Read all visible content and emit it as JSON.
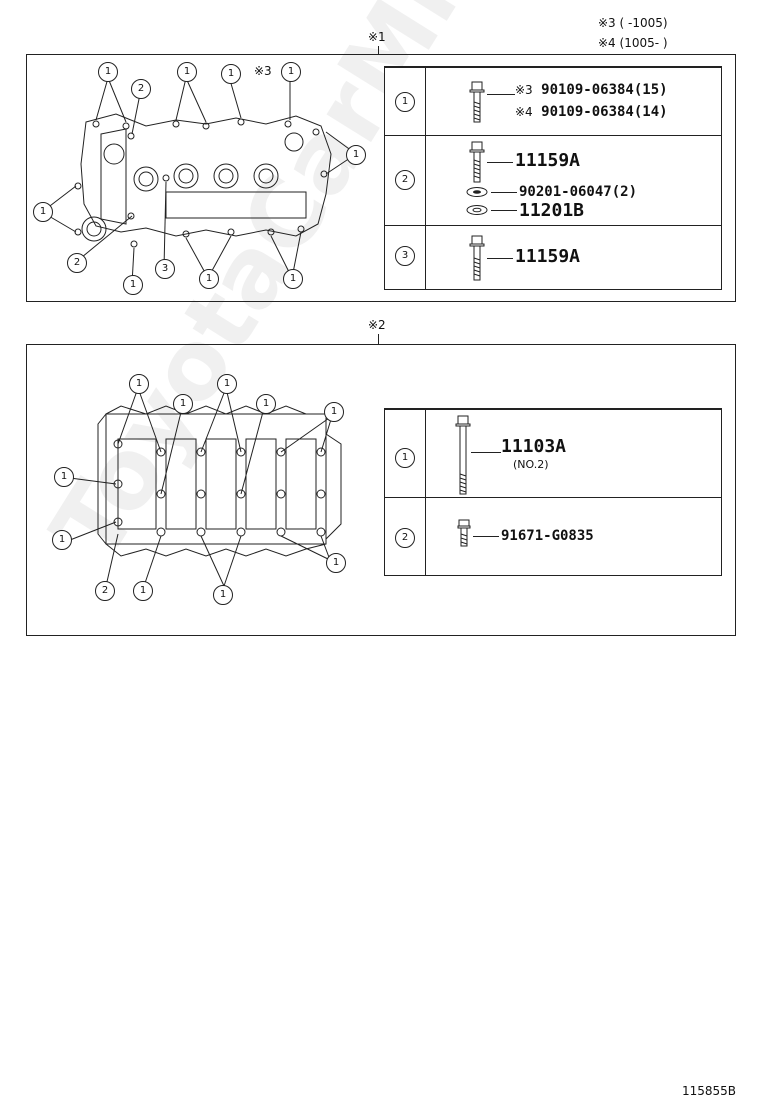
{
  "header_notes": {
    "note3_mark": "※3",
    "note3_range": "(      -1005)",
    "note4_mark": "※4",
    "note4_range": "(1005-      )"
  },
  "section1": {
    "label": "※1",
    "diagram_callouts": [
      "1",
      "2",
      "1",
      "1",
      "※3",
      "1",
      "1",
      "1",
      "2",
      "1",
      "3",
      "1",
      "1"
    ],
    "rows": [
      {
        "index": "1",
        "lines": [
          {
            "mark": "※3",
            "part": "90109-06384",
            "qty": "(15)"
          },
          {
            "mark": "※4",
            "part": "90109-06384",
            "qty": "(14)"
          }
        ]
      },
      {
        "index": "2",
        "lines": [
          {
            "part": "11159A"
          },
          {
            "part": "90201-06047",
            "qty": "(2)"
          },
          {
            "part": "11201B"
          }
        ]
      },
      {
        "index": "3",
        "lines": [
          {
            "part": "11159A"
          }
        ]
      }
    ]
  },
  "section2": {
    "label": "※2",
    "rows": [
      {
        "index": "1",
        "part": "11103A",
        "sub": "(NO.2)"
      },
      {
        "index": "2",
        "part": "91671-G0835"
      }
    ]
  },
  "footer": {
    "code": "115855B"
  },
  "watermark": {
    "text": "ToyotaCarMine.ru"
  }
}
